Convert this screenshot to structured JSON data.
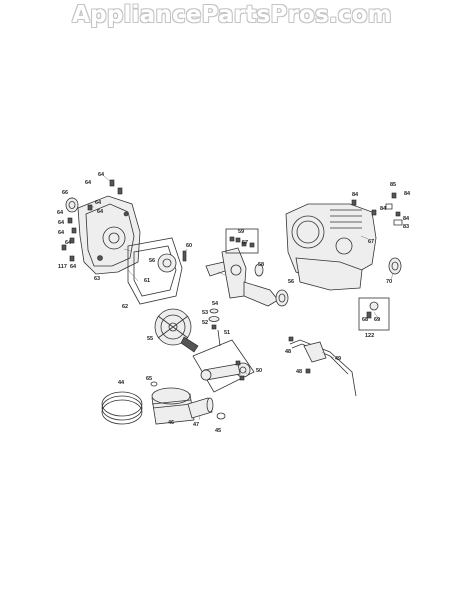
{
  "watermark": "AppliancePartsPros.com",
  "callouts": [
    {
      "label": "64"
    },
    {
      "label": "64"
    },
    {
      "label": "66"
    },
    {
      "label": "64"
    },
    {
      "label": "64"
    },
    {
      "label": "64"
    },
    {
      "label": "64"
    },
    {
      "label": "64"
    },
    {
      "label": "64"
    },
    {
      "label": "117"
    },
    {
      "label": "64"
    },
    {
      "label": "63"
    },
    {
      "label": "62"
    },
    {
      "label": "61"
    },
    {
      "label": "60"
    },
    {
      "label": "56"
    },
    {
      "label": "59"
    },
    {
      "label": "57"
    },
    {
      "label": "58"
    },
    {
      "label": "56"
    },
    {
      "label": "54"
    },
    {
      "label": "53"
    },
    {
      "label": "52"
    },
    {
      "label": "51"
    },
    {
      "label": "55"
    },
    {
      "label": "84"
    },
    {
      "label": "85"
    },
    {
      "label": "84"
    },
    {
      "label": "84"
    },
    {
      "label": "84"
    },
    {
      "label": "83"
    },
    {
      "label": "67"
    },
    {
      "label": "70"
    },
    {
      "label": "69"
    },
    {
      "label": "68"
    },
    {
      "label": "122"
    },
    {
      "label": "48"
    },
    {
      "label": "49"
    },
    {
      "label": "48"
    },
    {
      "label": "50"
    },
    {
      "label": "65"
    },
    {
      "label": "44"
    },
    {
      "label": "46"
    },
    {
      "label": "47"
    },
    {
      "label": "45"
    }
  ]
}
